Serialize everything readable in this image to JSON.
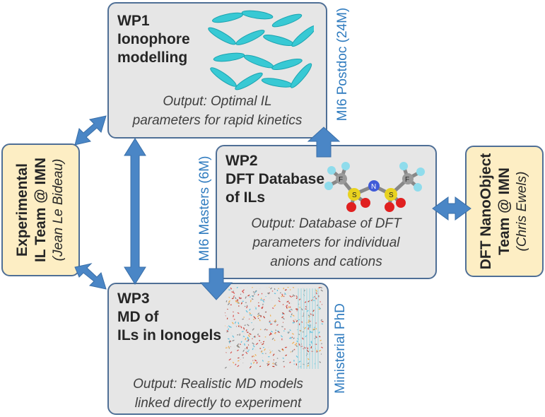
{
  "wp1": {
    "title_lines": [
      "WP1",
      "Ionophore",
      "modelling"
    ],
    "output_lines": [
      "Output: Optimal IL",
      "parameters for rapid kinetics"
    ],
    "funding": "MI6 Postdoc (24M)"
  },
  "wp2": {
    "title_lines": [
      "WP2",
      "DFT Database",
      "of ILs"
    ],
    "output_lines": [
      "Output: Database of DFT",
      "parameters for individual",
      "anions and cations"
    ],
    "funding": "MI6 Masters (6M)"
  },
  "wp3": {
    "title_lines": [
      "WP3",
      "MD of",
      "ILs in Ionogels"
    ],
    "output_lines": [
      "Output: Realistic MD models",
      "linked directly to experiment"
    ],
    "funding": "Ministerial PhD"
  },
  "left_team": {
    "name_lines": [
      "Experimental",
      "IL Team @ IMN"
    ],
    "person": "(Jean Le Bideau)"
  },
  "right_team": {
    "name_lines": [
      "DFT NanoObject",
      "Team @ IMN"
    ],
    "person": "(Chris Ewels)"
  },
  "molecule_atoms": [
    "F",
    "S",
    "N",
    "S",
    "F"
  ],
  "colors": {
    "box_border": "#4f6f96",
    "box_fill": "#e6e6e6",
    "team_fill": "#fdeec4",
    "arrow": "#4a86c6",
    "funding_text": "#2f7bbf",
    "ellipsoid": "#38c9d4"
  }
}
